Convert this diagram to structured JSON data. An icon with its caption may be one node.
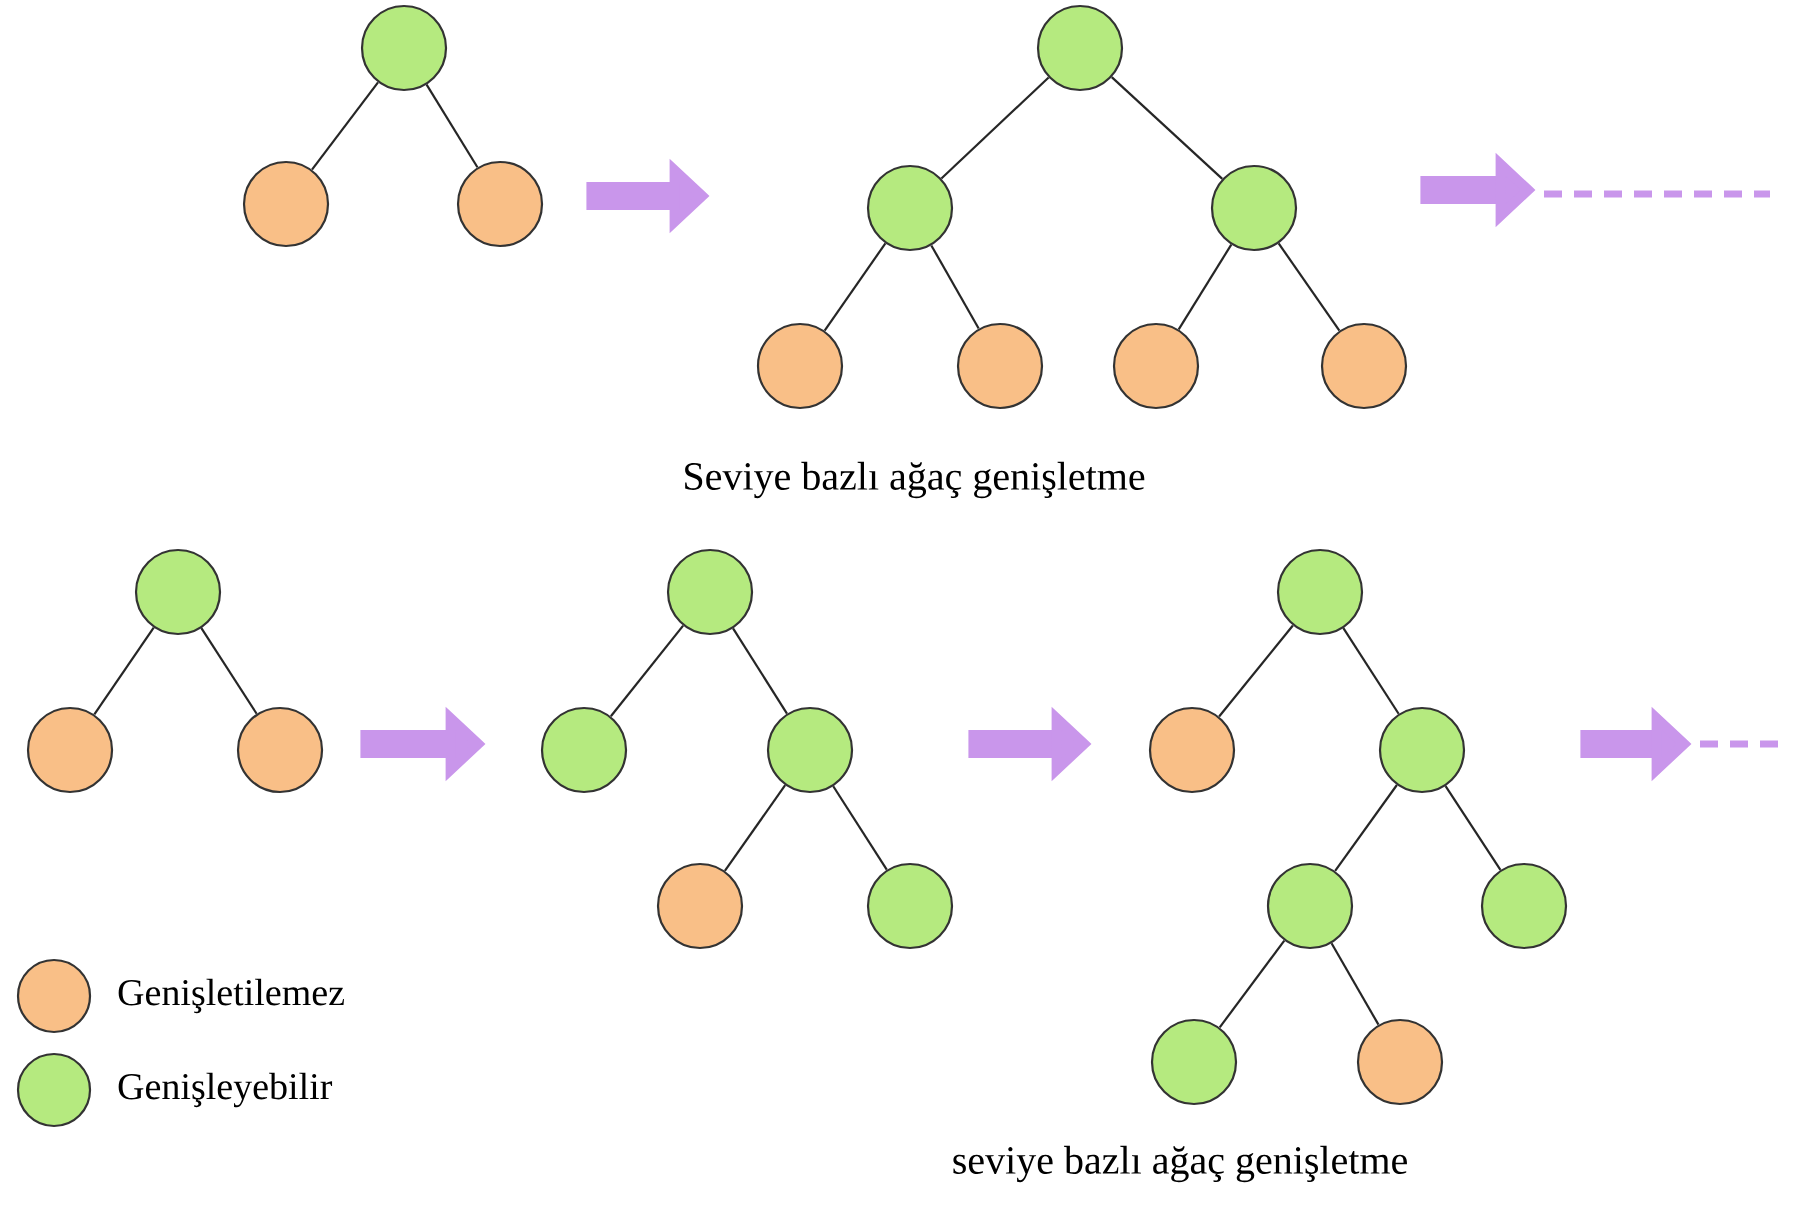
{
  "diagram": {
    "nodes": [
      {
        "text": [],
        "shape": "picture"
      },
      {
        "text": [],
        "shape": "circle",
        "in": 0
      },
      {
        "text": [],
        "shape": "circle",
        "in": 0
      },
      {
        "text": [],
        "shape": "circle",
        "in": 0
      },
      {
        "text": [],
        "shape": "picture"
      },
      {
        "text": [],
        "shape": "circle",
        "in": 4
      },
      {
        "text": [],
        "shape": "circle",
        "in": 4
      },
      {
        "text": [],
        "shape": "circle",
        "in": 4
      },
      {
        "text": [],
        "shape": "circle",
        "in": 4
      },
      {
        "text": [],
        "shape": "circle",
        "in": 4
      },
      {
        "text": [],
        "shape": "circle",
        "in": 4
      },
      {
        "text": [],
        "shape": "circle",
        "in": 4
      },
      {
        "text": [],
        "shape": "picture"
      },
      {
        "text": [],
        "shape": "circle",
        "in": 12
      },
      {
        "text": [],
        "shape": "circle",
        "in": 12
      },
      {
        "text": [],
        "shape": "circle",
        "in": 12
      },
      {
        "text": [],
        "shape": "picture"
      },
      {
        "text": [],
        "shape": "circle",
        "in": 16
      },
      {
        "text": [],
        "shape": "circle",
        "in": 16
      },
      {
        "text": [],
        "shape": "circle",
        "in": 16
      },
      {
        "text": [],
        "shape": "circle",
        "in": 16
      },
      {
        "text": [],
        "shape": "circle",
        "in": 16
      },
      {
        "text": [],
        "shape": "picture"
      },
      {
        "text": [],
        "shape": "circle",
        "in": 22
      },
      {
        "text": [],
        "shape": "circle",
        "in": 22
      },
      {
        "text": [],
        "shape": "circle",
        "in": 22
      },
      {
        "text": [],
        "shape": "circle",
        "in": 22
      },
      {
        "text": [],
        "shape": "circle",
        "in": 22
      },
      {
        "text": [],
        "shape": "circle",
        "in": 22
      },
      {
        "text": [],
        "shape": "circle",
        "in": 22
      },
      {
        "text": [],
        "shape": "line"
      },
      {
        "text": [],
        "shape": "line"
      }
    ],
    "edges": [
      {
        "from": 1,
        "to": 2,
        "arrow": "none"
      },
      {
        "from": 1,
        "to": 3,
        "arrow": "none"
      },
      {
        "from": 5,
        "to": 6,
        "arrow": "none"
      },
      {
        "from": 5,
        "to": 7,
        "arrow": "none"
      },
      {
        "from": 6,
        "to": 8,
        "arrow": "none"
      },
      {
        "from": 6,
        "to": 9,
        "arrow": "none"
      },
      {
        "from": 7,
        "to": 10,
        "arrow": "none"
      },
      {
        "from": 7,
        "to": 11,
        "arrow": "none"
      },
      {
        "from": 13,
        "to": 14,
        "arrow": "none"
      },
      {
        "from": 13,
        "to": 15,
        "arrow": "none"
      },
      {
        "from": 17,
        "to": 18,
        "arrow": "none"
      },
      {
        "from": 17,
        "to": 19,
        "arrow": "none"
      },
      {
        "from": 19,
        "to": 20,
        "arrow": "none"
      },
      {
        "from": 19,
        "to": 21,
        "arrow": "none"
      },
      {
        "from": 23,
        "to": 24,
        "arrow": "none"
      },
      {
        "from": 23,
        "to": 25,
        "arrow": "none"
      },
      {
        "from": 25,
        "to": 26,
        "arrow": "none"
      },
      {
        "from": 25,
        "to": 27,
        "arrow": "none"
      },
      {
        "from": 26,
        "to": 28,
        "arrow": "none"
      },
      {
        "from": 26,
        "to": 29,
        "arrow": "none"
      },
      {
        "from": 0,
        "to": 4,
        "arrow": "to",
        "style": "thick",
        "color": "#c996eb"
      },
      {
        "from": 4,
        "to": 30,
        "arrow": "to",
        "style": "thick",
        "color": "#c996eb"
      },
      {
        "from": 12,
        "to": 16,
        "arrow": "to",
        "style": "thick",
        "color": "#c996eb"
      },
      {
        "from": 16,
        "to": 22,
        "arrow": "to",
        "style": "thick",
        "color": "#c996eb"
      },
      {
        "from": 22,
        "to": 31,
        "arrow": "to",
        "style": "thick",
        "color": "#c996eb"
      }
    ],
    "labels": [
      "Seviye bazlı ağaç genişletme",
      "seviye bazlı ağaç genişletme"
    ],
    "legend": [
      {
        "text": "Genişletilemez",
        "color": "#f9bf87"
      },
      {
        "text": "Genişleyebilir",
        "color": "#b5ea7f"
      }
    ]
  }
}
